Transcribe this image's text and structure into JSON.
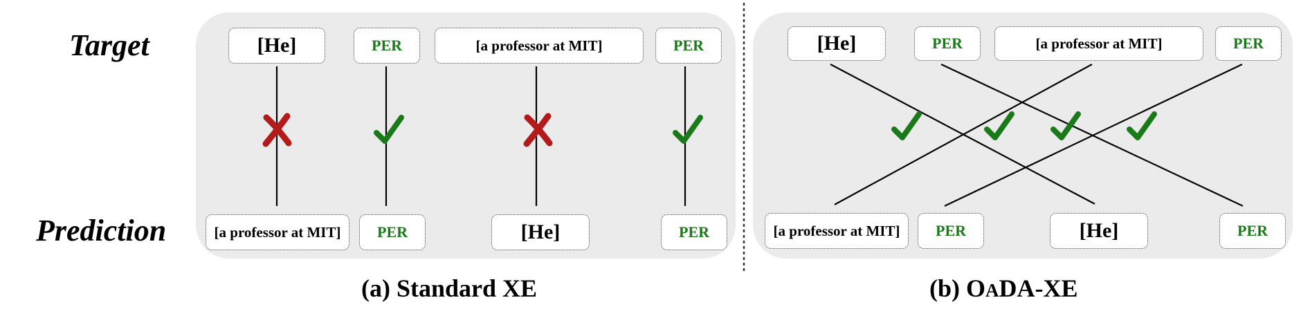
{
  "row_labels": {
    "target": "Target",
    "prediction": "Prediction"
  },
  "panel_a": {
    "caption": "(a) Standard XE",
    "target": [
      "[He]",
      "PER",
      "[a professor at MIT]",
      "PER"
    ],
    "prediction": [
      "[a professor at MIT]",
      "PER",
      "[He]",
      "PER"
    ],
    "marks": [
      "cross",
      "check",
      "cross",
      "check"
    ]
  },
  "panel_b": {
    "caption_prefix": "(b) O",
    "caption_smallcap": "A",
    "caption_suffix": "DA-XE",
    "target": [
      "[He]",
      "PER",
      "[a professor at MIT]",
      "PER"
    ],
    "prediction": [
      "[a professor at MIT]",
      "PER",
      "[He]",
      "PER"
    ],
    "marks": [
      "check",
      "check",
      "check",
      "check"
    ]
  },
  "colors": {
    "check": "#1a7a1a",
    "cross": "#b31b1b",
    "tag_text": "#1a7a1a",
    "panel_bg": "#ebebeb"
  }
}
